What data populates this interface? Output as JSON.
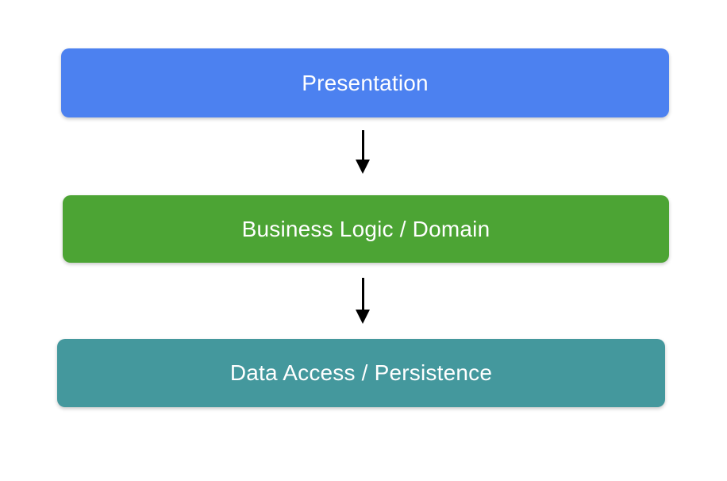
{
  "diagram": {
    "background_color": "#ffffff",
    "text_color": "#ffffff",
    "arrow_color": "#000000",
    "layers": [
      {
        "label": "Presentation",
        "color": "#4c81f0"
      },
      {
        "label": "Business Logic / Domain",
        "color": "#4ca434"
      },
      {
        "label": "Data Access / Persistence",
        "color": "#44989d"
      }
    ]
  }
}
